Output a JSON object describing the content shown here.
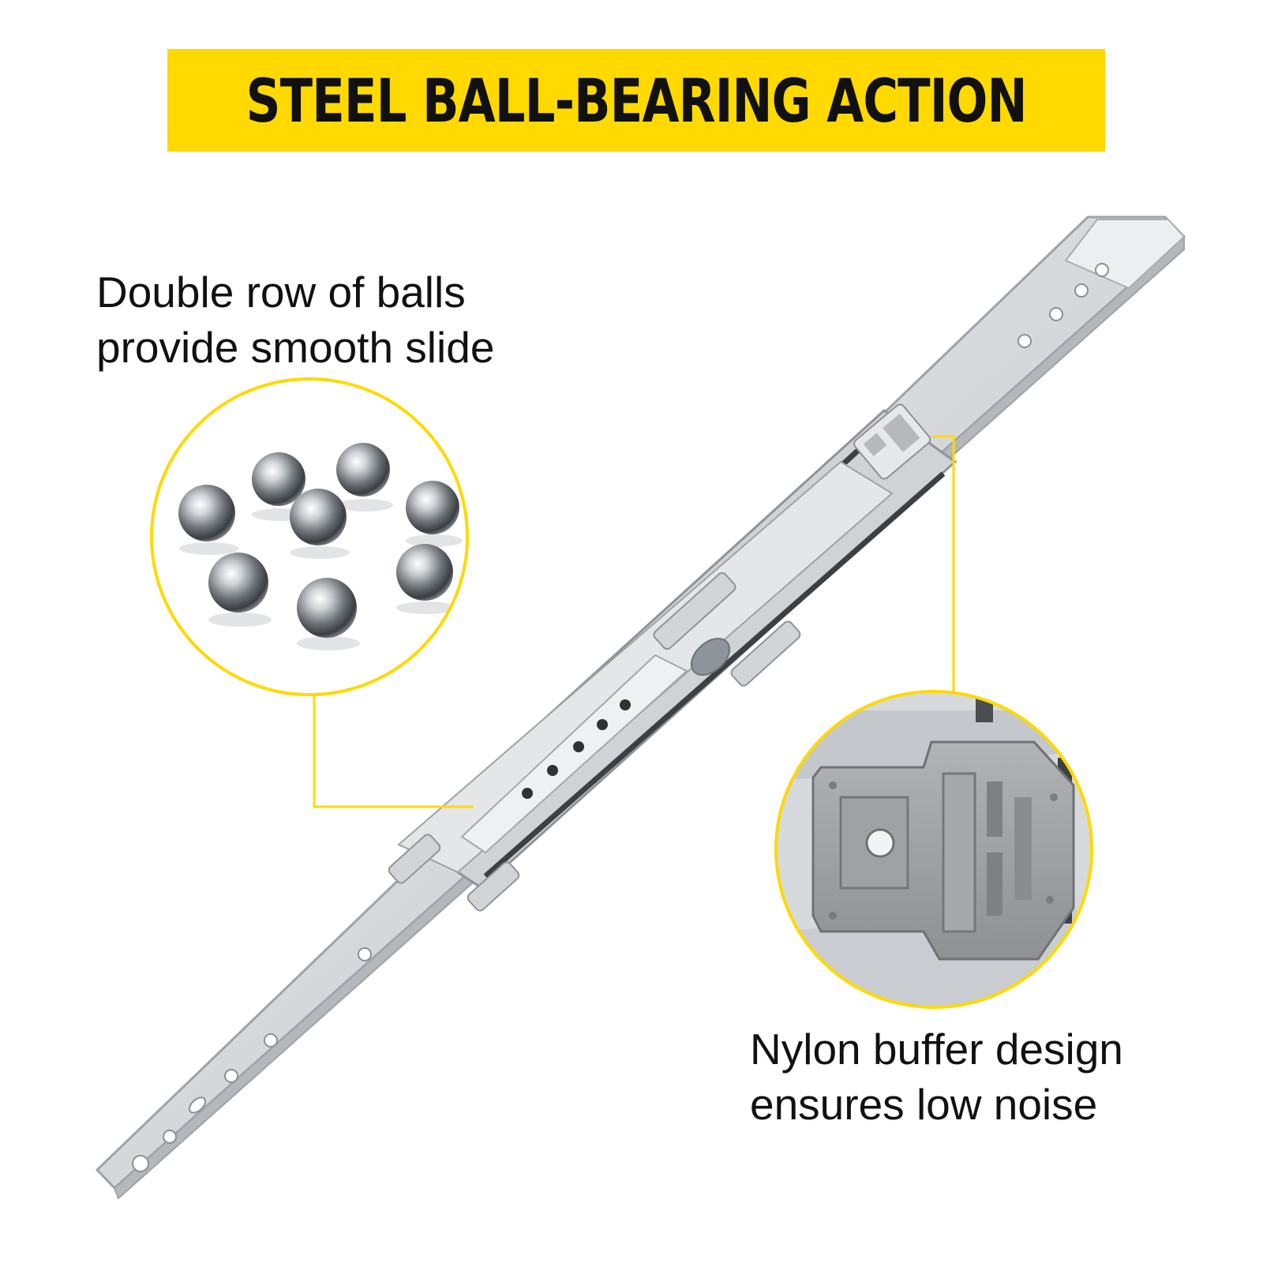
{
  "title": "STEEL BALL-BEARING ACTION",
  "callouts": {
    "balls": {
      "line1": "Double row of balls",
      "line2": "provide smooth slide"
    },
    "buffer": {
      "line1": "Nylon buffer design",
      "line2": "ensures low noise"
    }
  },
  "colors": {
    "accent": "#ffd900",
    "text": "#111111",
    "steel": "#d9dcdf",
    "nylon": "#9a9c9e"
  }
}
